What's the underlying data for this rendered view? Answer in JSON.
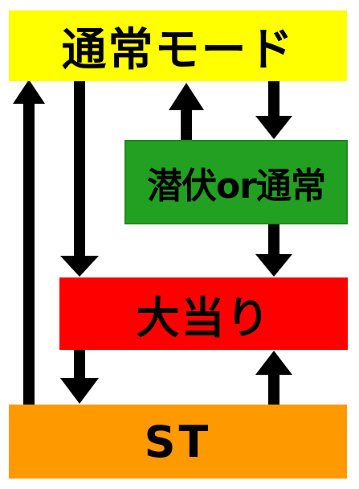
{
  "nodes": {
    "normal_mode": "通常モード",
    "latent_or_normal": "潜伏or通常",
    "jackpot": "大当り",
    "st": "ST"
  },
  "colors": {
    "normal_mode": "#ffff00",
    "latent_or_normal": "#22a022",
    "jackpot": "#ff0000",
    "st": "#ff9900",
    "arrow": "#000000"
  },
  "edges": [
    {
      "from": "st",
      "to": "normal_mode"
    },
    {
      "from": "normal_mode",
      "to": "jackpot"
    },
    {
      "from": "latent_or_normal",
      "to": "normal_mode"
    },
    {
      "from": "normal_mode",
      "to": "latent_or_normal"
    },
    {
      "from": "latent_or_normal",
      "to": "jackpot"
    },
    {
      "from": "jackpot",
      "to": "st"
    },
    {
      "from": "st",
      "to": "jackpot"
    }
  ]
}
